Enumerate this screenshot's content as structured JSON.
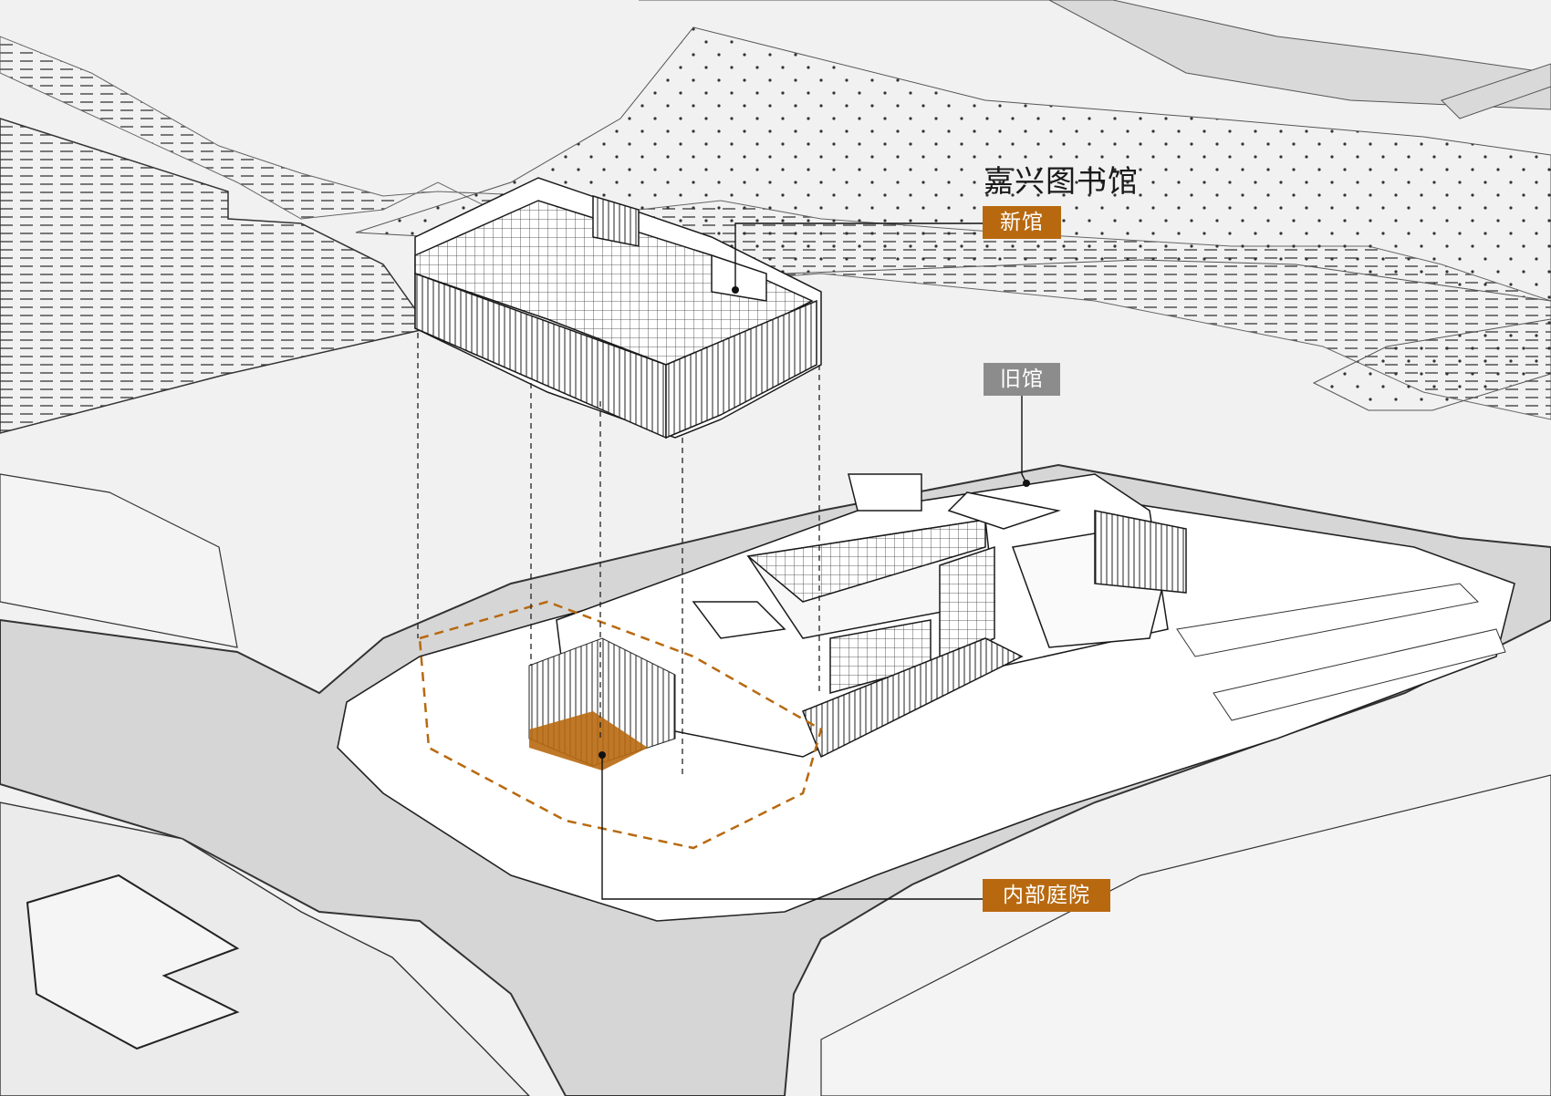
{
  "title": "嘉兴图书馆",
  "labels": {
    "new_building": "新馆",
    "old_building": "旧馆",
    "inner_courtyard": "内部庭院"
  },
  "colors": {
    "accent_orange": "#b8690f",
    "label_gray": "#8c8c8c",
    "road_gray": "#d9d9d9",
    "ground_light": "#f2f2f2",
    "line_dark": "#1a1a1a"
  }
}
